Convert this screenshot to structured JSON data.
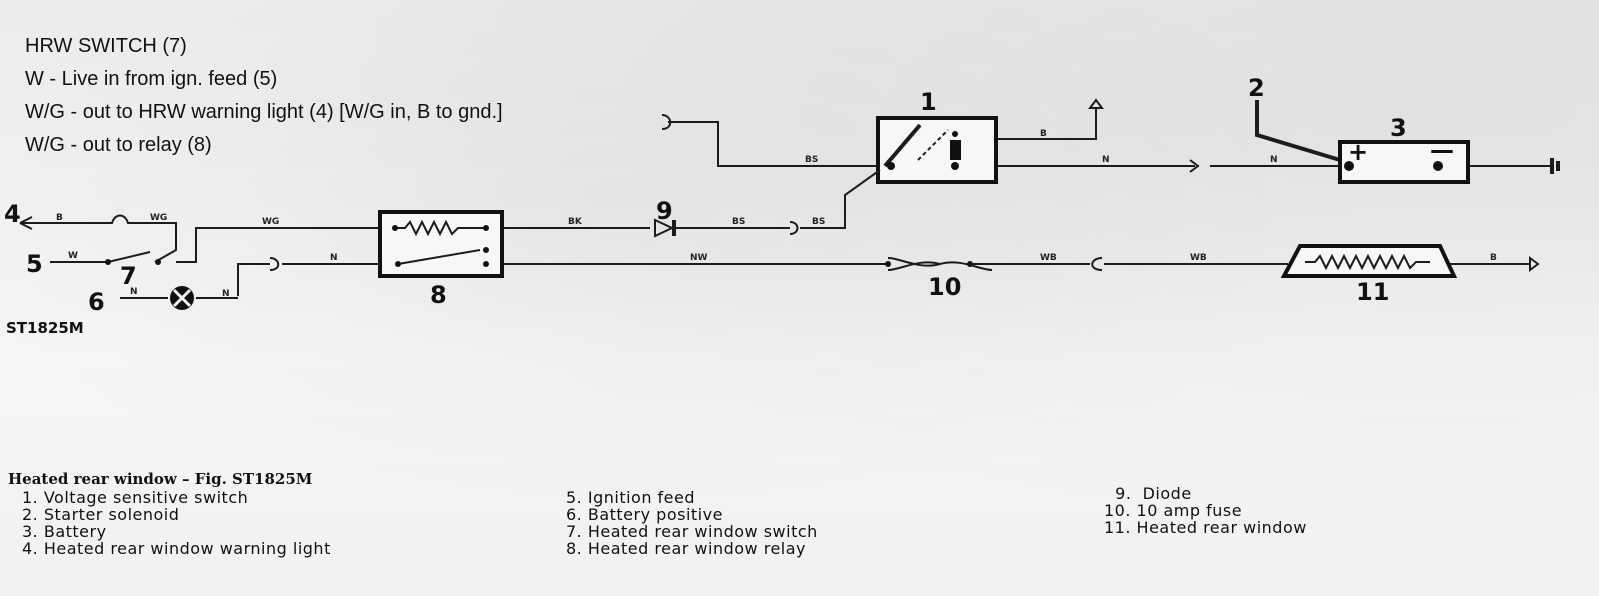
{
  "notes": [
    "HRW SWITCH (7)",
    "W - Live in from ign. feed (5)",
    "W/G - out to HRW warning light (4) [W/G in, B to gnd.]",
    "W/G - out to relay (8)"
  ],
  "diagram": {
    "part_code": "ST1825M",
    "component_numbers": [
      "1",
      "2",
      "3",
      "4",
      "5",
      "6",
      "7",
      "8",
      "9",
      "10",
      "11"
    ],
    "wire_codes": {
      "b_top": "B",
      "bs_top": "BS",
      "n_top_1": "N",
      "n_top_2": "N",
      "b_left": "B",
      "wg_1": "WG",
      "wg_2": "WG",
      "w": "W",
      "bk": "BK",
      "bs_mid_1": "BS",
      "bs_mid_2": "BS",
      "n_mid": "N",
      "nw": "NW",
      "wb_1": "WB",
      "wb_2": "WB",
      "b_right": "B",
      "n_lamp_1": "N",
      "n_lamp_2": "N"
    },
    "battery_signs": {
      "plus": "+",
      "minus": "—"
    }
  },
  "legend": {
    "title": "Heated rear window – Fig. ST1825M",
    "col1": [
      "1.  Voltage sensitive switch",
      "2.  Starter solenoid",
      "3.  Battery",
      "4.  Heated rear window warning light"
    ],
    "col2": [
      "5.  Ignition feed",
      "6.  Battery positive",
      "7.  Heated rear window switch",
      "8.  Heated rear window relay"
    ],
    "col3": [
      "  9.  Diode",
      "10.  10 amp fuse",
      "11.  Heated rear window"
    ]
  }
}
